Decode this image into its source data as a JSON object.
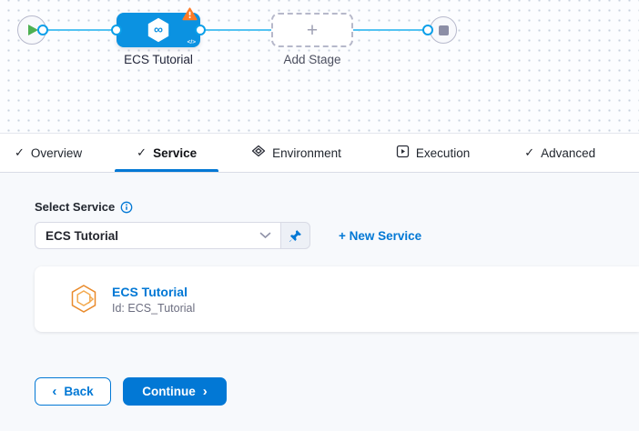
{
  "pipeline_graph": {
    "stage_node": {
      "label": "ECS Tutorial",
      "code_badge": "</>"
    },
    "add_stage": {
      "label": "Add Stage",
      "plus": "+"
    }
  },
  "tabs": {
    "active": "Service",
    "items": [
      {
        "label": "Overview",
        "icon": "check-icon"
      },
      {
        "label": "Service",
        "icon": "check-icon"
      },
      {
        "label": "Environment",
        "icon": "environment-icon"
      },
      {
        "label": "Execution",
        "icon": "execution-icon"
      },
      {
        "label": "Advanced",
        "icon": "check-icon"
      }
    ]
  },
  "service_form": {
    "label": "Select Service",
    "dropdown_value": "ECS Tutorial",
    "new_service_link": "+ New Service"
  },
  "service_card": {
    "title": "ECS Tutorial",
    "id_text": "Id: ECS_Tutorial"
  },
  "footer": {
    "back_label": "Back",
    "continue_label": "Continue"
  },
  "icons": {
    "check": "✓",
    "infinity": "∞",
    "chevron_left": "‹",
    "chevron_right": "›"
  },
  "colors": {
    "primary_blue": "#0278d5",
    "node_blue": "#0b92e1",
    "connector_blue": "#54c3f2",
    "warning_orange": "#ff7b26",
    "play_green": "#4db052",
    "card_icon_orange": "#e98a2b"
  }
}
